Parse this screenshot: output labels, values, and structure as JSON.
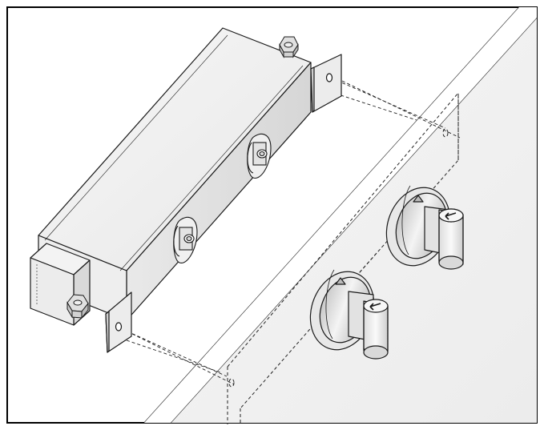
{
  "figure": {
    "kind": "exploded assembly illustration",
    "parts": [
      "control-module-housing",
      "mounting-bracket-left",
      "mounting-bracket-right",
      "hex-nut-top",
      "hex-nut-bottom",
      "panel-sheet",
      "rotary-knob-upper",
      "rotary-knob-lower",
      "dashed-alignment-lines"
    ],
    "colors": {
      "outline": "#1a1a1a",
      "face_light": "#f2f2f2",
      "face_mid": "#e4e4e4",
      "face_dark": "#c8c8c8",
      "panel": "#f4f4f4",
      "frame": "#000000"
    }
  }
}
